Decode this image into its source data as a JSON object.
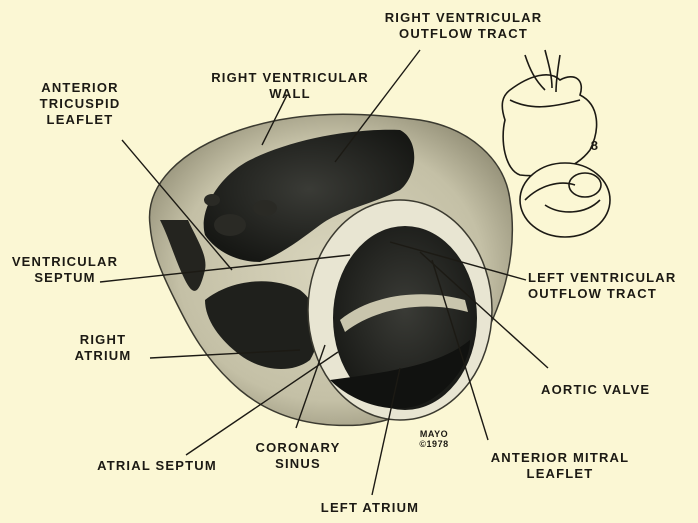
{
  "labels": {
    "rv_outflow": [
      "RIGHT VENTRICULAR",
      "OUTFLOW TRACT"
    ],
    "rv_wall": [
      "RIGHT VENTRICULAR",
      "WALL"
    ],
    "anterior_tricuspid": [
      "ANTERIOR",
      "TRICUSPID",
      "LEAFLET"
    ],
    "ventricular_septum": [
      "VENTRICULAR",
      "SEPTUM"
    ],
    "right_atrium": [
      "RIGHT",
      "ATRIUM"
    ],
    "atrial_septum": "ATRIAL SEPTUM",
    "coronary_sinus": [
      "CORONARY",
      "SINUS"
    ],
    "left_atrium": "LEFT ATRIUM",
    "lv_outflow": [
      "LEFT VENTRICULAR",
      "OUTFLOW TRACT"
    ],
    "aortic_valve": "AORTIC VALVE",
    "anterior_mitral": [
      "ANTERIOR MITRAL",
      "LEAFLET"
    ],
    "figure_number": "8",
    "credit": [
      "MAYO",
      "©1978"
    ]
  }
}
